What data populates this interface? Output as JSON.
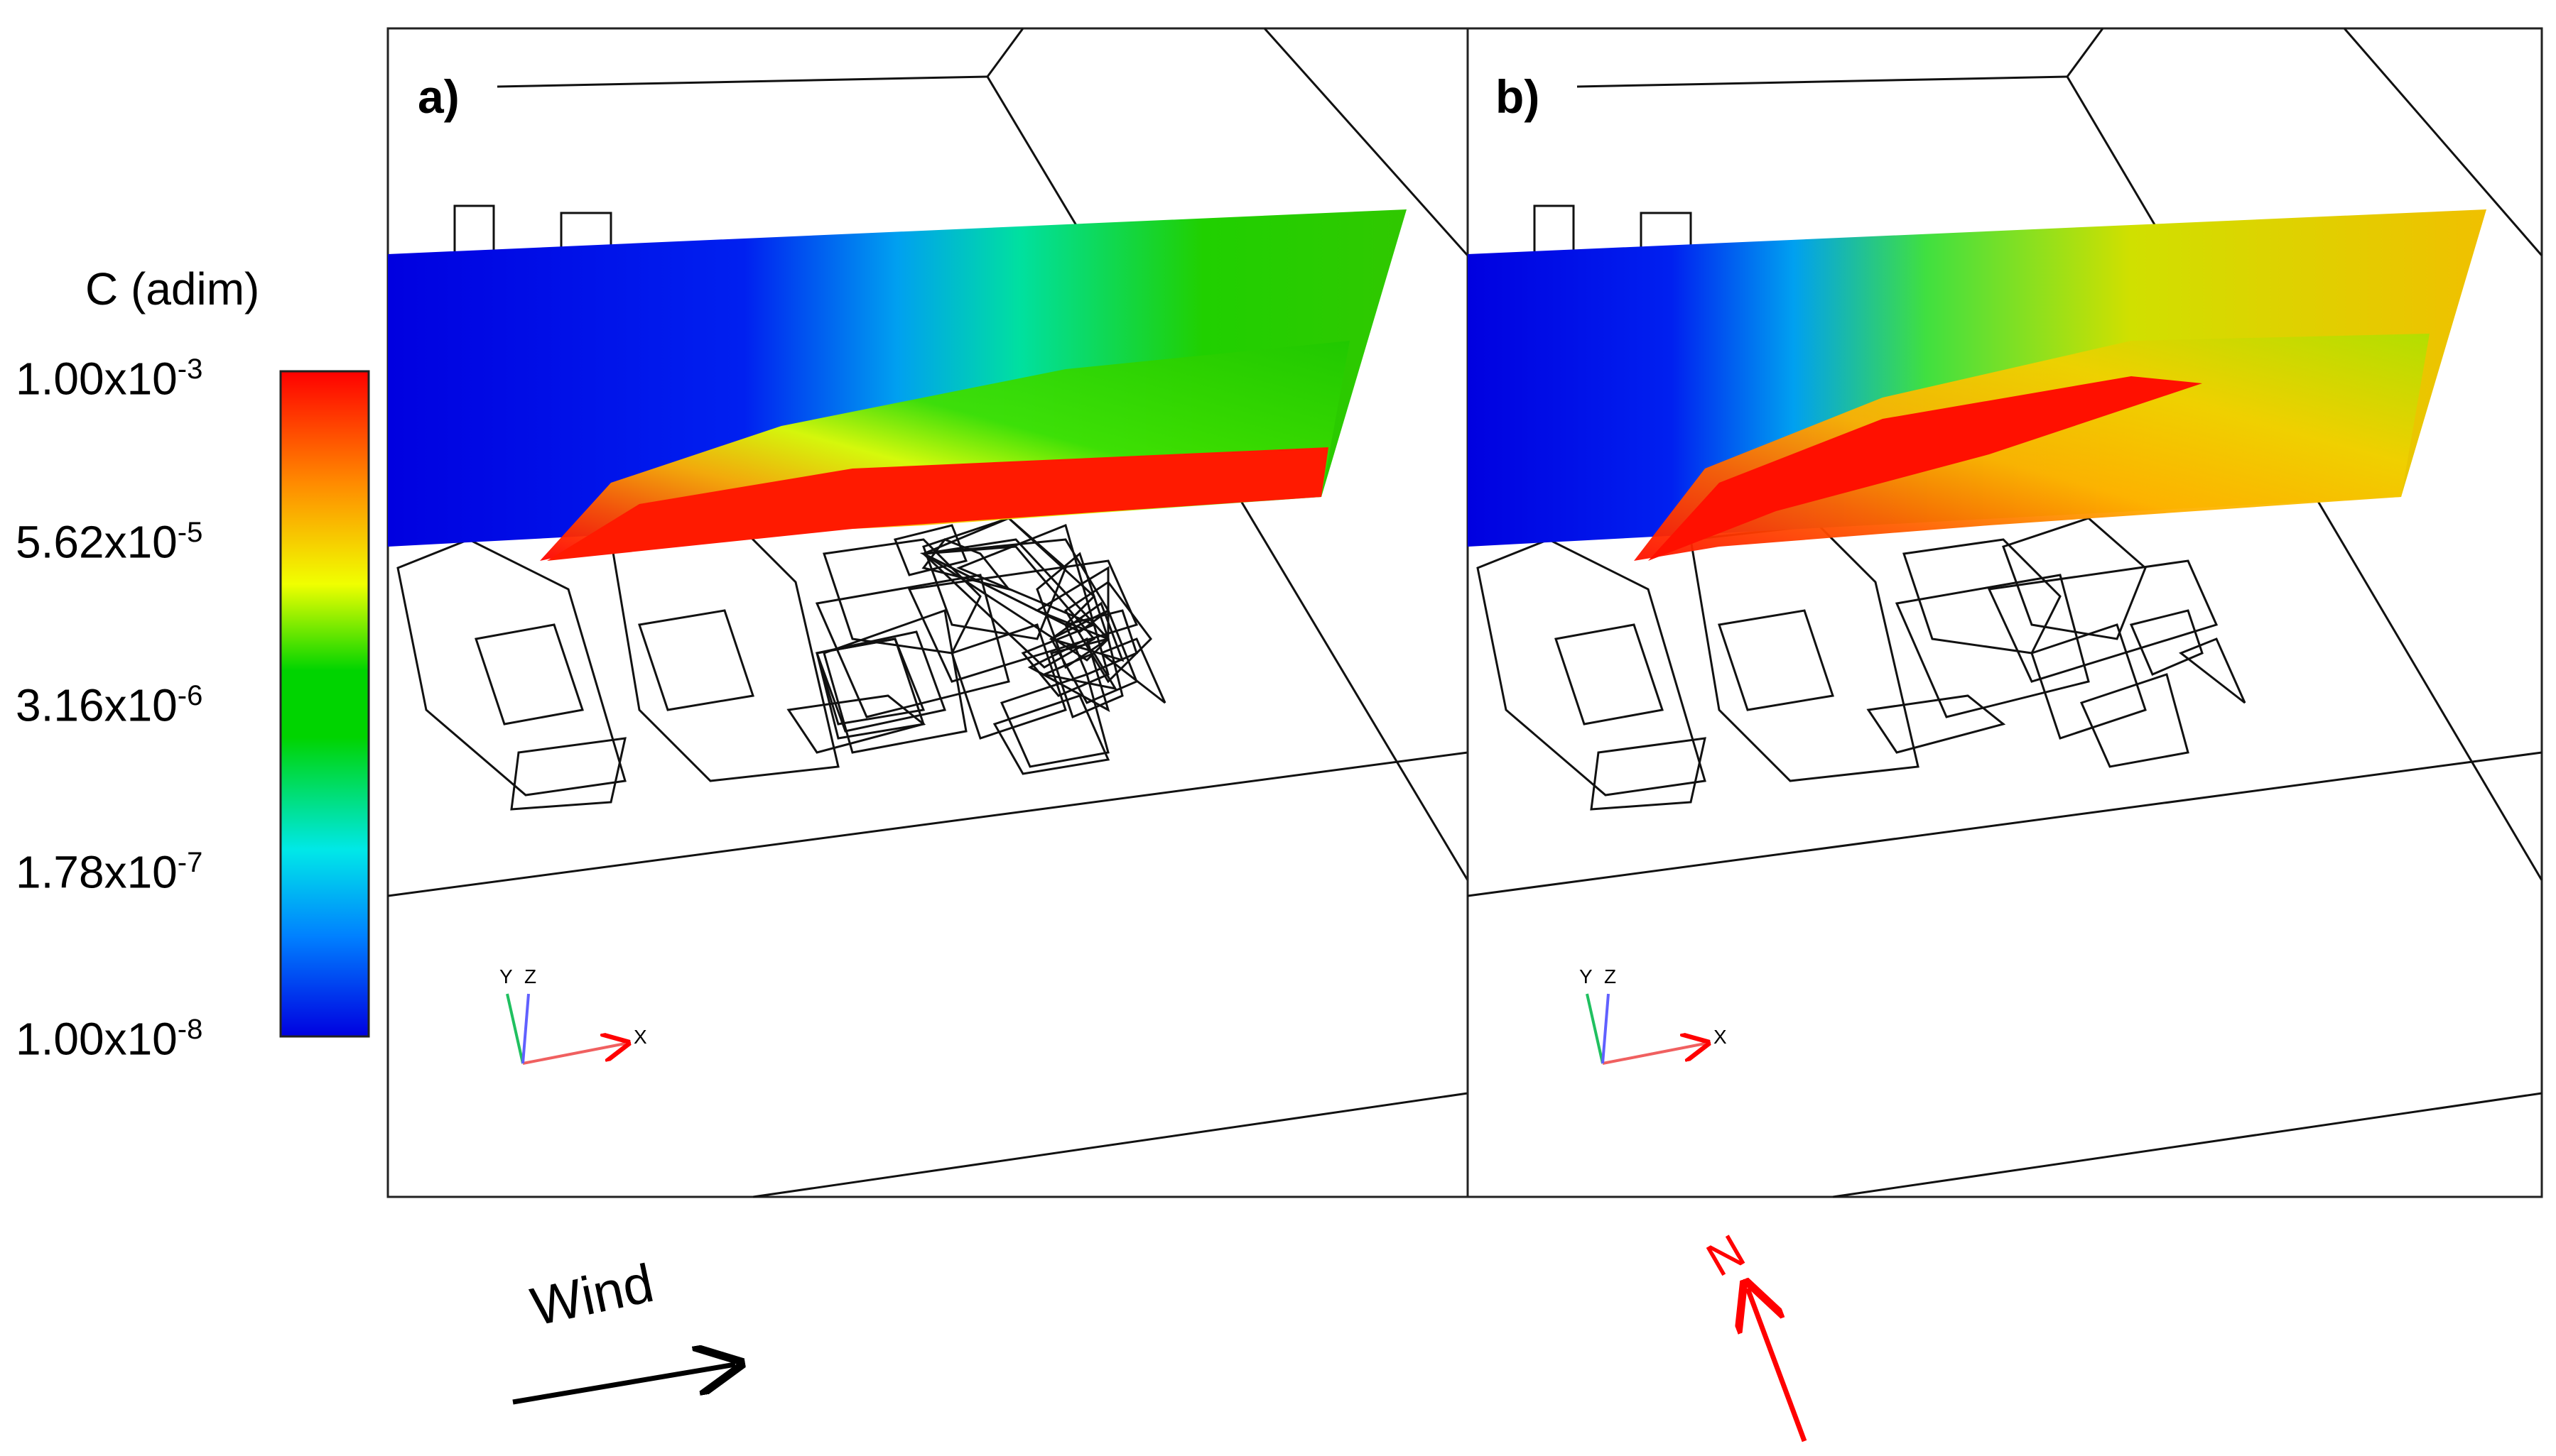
{
  "colorbar": {
    "title": "C (adim)",
    "scale": "log",
    "ticks": [
      {
        "mantissa": "1.00x10",
        "exponent": "-3"
      },
      {
        "mantissa": "5.62x10",
        "exponent": "-5"
      },
      {
        "mantissa": "3.16x10",
        "exponent": "-6"
      },
      {
        "mantissa": "1.78x10",
        "exponent": "-7"
      },
      {
        "mantissa": "1.00x10",
        "exponent": "-8"
      }
    ],
    "colors": [
      "#ff0000",
      "#ff8c00",
      "#f0ff00",
      "#00d400",
      "#00e0e0",
      "#0080ff",
      "#0000e0"
    ]
  },
  "panels": [
    {
      "label": "a)"
    },
    {
      "label": "b)"
    }
  ],
  "axes_triad": {
    "x": "X",
    "y": "Y",
    "z": "Z"
  },
  "annotations": {
    "wind": "Wind",
    "north": "N"
  },
  "colors": {
    "wind_arrow": "#000000",
    "north_arrow": "#ff0000",
    "triad_x": "#f06060",
    "triad_y": "#20c060",
    "triad_z": "#6060ff"
  }
}
